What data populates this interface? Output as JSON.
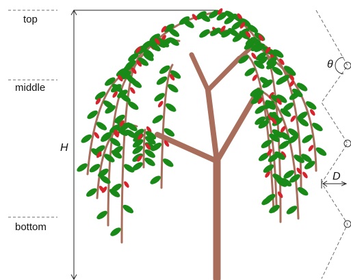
{
  "levels": {
    "top": "top",
    "middle": "middle",
    "bottom": "bottom"
  },
  "symbols": {
    "height": "H",
    "angle": "θ",
    "spacing": "D"
  },
  "colors": {
    "trunk": "#a86e5b",
    "leaf": "#198a18",
    "flower": "#d6232c",
    "dim_line": "#222222",
    "dashed": "#6d6d6d"
  },
  "icons": {
    "trunk": "tree-trunk",
    "branch": "drooping-branch",
    "leaf": "leaf",
    "flower": "flower-bud"
  }
}
